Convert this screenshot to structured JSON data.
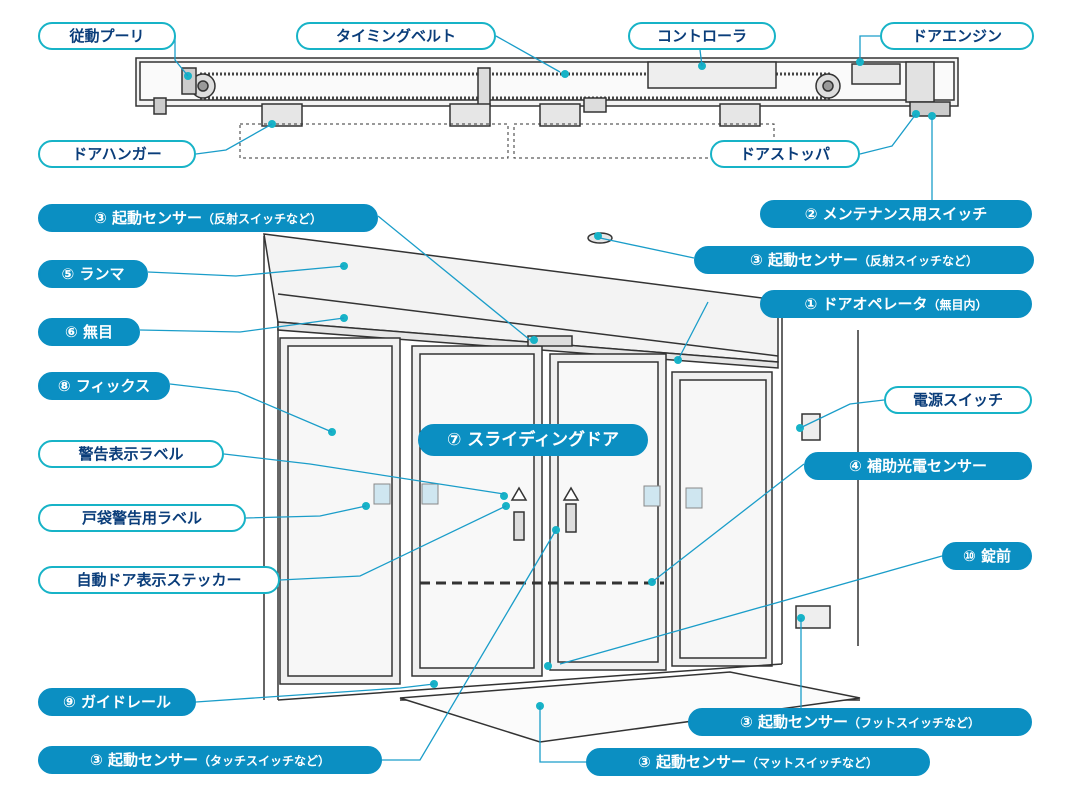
{
  "labels": {
    "driven_pulley": "従動プーリ",
    "timing_belt": "タイミングベルト",
    "controller": "コントローラ",
    "door_engine": "ドアエンジン",
    "door_hanger": "ドアハンガー",
    "door_stopper": "ドアストッパ",
    "maintenance_switch": "② メンテナンス用スイッチ",
    "sensor_reflect_left": "③ 起動センサー",
    "sensor_reflect_left_note": "（反射スイッチなど）",
    "sensor_reflect_right": "③ 起動センサー",
    "sensor_reflect_right_note": "（反射スイッチなど）",
    "transom": "⑤ ランマ",
    "door_operator": "① ドアオペレータ",
    "door_operator_note": "（無目内）",
    "mullion": "⑥ 無目",
    "fix": "⑧ フィックス",
    "power_switch": "電源スイッチ",
    "sliding_door": "⑦ スライディングドア",
    "warning_label": "警告表示ラベル",
    "aux_sensor": "④ 補助光電センサー",
    "pocket_warning_label": "戸袋警告用ラベル",
    "lock": "⑩ 錠前",
    "auto_door_sticker": "自動ドア表示ステッカー",
    "guide_rail": "⑨ ガイドレール",
    "sensor_foot": "③ 起動センサー",
    "sensor_foot_note": "（フットスイッチなど）",
    "sensor_touch": "③ 起動センサー",
    "sensor_touch_note": "（タッチスイッチなど）",
    "sensor_mat": "③ 起動センサー",
    "sensor_mat_note": "（マットスイッチなど）"
  },
  "colors": {
    "accent": "#17b3c7",
    "label_fill": "#0b8fc2",
    "label_text": "#0a3d7a",
    "leader": "#1a9dc9"
  }
}
